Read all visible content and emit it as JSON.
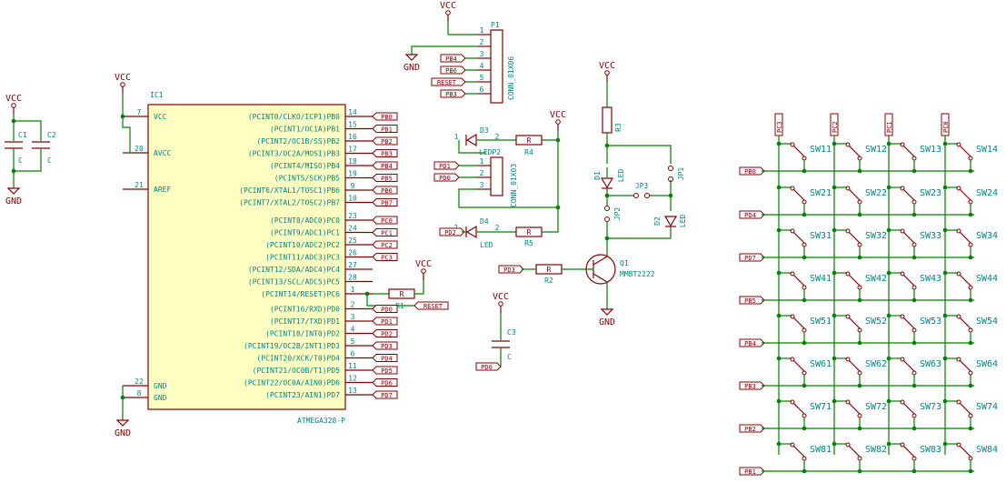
{
  "power": {
    "vcc": "VCC",
    "gnd": "GND"
  },
  "c1": {
    "ref": "C1",
    "value": "C"
  },
  "c2": {
    "ref": "C2",
    "value": "C"
  },
  "c3": {
    "ref": "C3",
    "value": "C",
    "net": "PD0"
  },
  "ic1": {
    "ref": "IC1",
    "value": "ATMEGA328-P",
    "left_pins": [
      {
        "num": "7",
        "name": "VCC"
      },
      {
        "num": "20",
        "name": "AVCC"
      },
      {
        "num": "21",
        "name": "AREF"
      },
      {
        "num": "22",
        "name": "GND"
      },
      {
        "num": "8",
        "name": "GND"
      }
    ],
    "right_pins": [
      {
        "num": "14",
        "name": "(PCINT0/CLKO/ICP1)PB0",
        "net": "PB0"
      },
      {
        "num": "15",
        "name": "(PCINT1/OC1A)PB1",
        "net": "PB1"
      },
      {
        "num": "16",
        "name": "(PCINT2/OC1B/SS)PB2",
        "net": "PB2"
      },
      {
        "num": "17",
        "name": "(PCINT3/OC2A/MOSI)PB3",
        "net": "PB3"
      },
      {
        "num": "18",
        "name": "(PCINT4/MISO)PB4",
        "net": "PB4"
      },
      {
        "num": "19",
        "name": "(PCINT5/SCK)PB5",
        "net": "PB5"
      },
      {
        "num": "9",
        "name": "(PCINT6/XTAL1/TOSC1)PB6",
        "net": "PB6"
      },
      {
        "num": "10",
        "name": "(PCINT7/XTAL2/TOSC2)PB7",
        "net": "PB7"
      },
      {
        "num": "23",
        "name": "(PCINT8/ADC0)PC0",
        "net": "PC0"
      },
      {
        "num": "24",
        "name": "(PCINT9/ADC1)PC1",
        "net": "PC1"
      },
      {
        "num": "25",
        "name": "(PCINT10/ADC2)PC2",
        "net": "PC2"
      },
      {
        "num": "26",
        "name": "(PCINT11/ADC3)PC3",
        "net": "PC3"
      },
      {
        "num": "27",
        "name": "(PCINT12/SDA/ADC4)PC4",
        "net": ""
      },
      {
        "num": "28",
        "name": "(PCINT13/SCL/ADC5)PC5",
        "net": ""
      },
      {
        "num": "1",
        "name": "(PCINT14/RESET)PC6",
        "net": ""
      },
      {
        "num": "2",
        "name": "(PCINT16/RXD)PD0",
        "net": "PD0"
      },
      {
        "num": "3",
        "name": "(PCINT17/TXD)PD1",
        "net": "PD1"
      },
      {
        "num": "4",
        "name": "(PCINT18/INT0)PD2",
        "net": "PD2"
      },
      {
        "num": "5",
        "name": "(PCINT19/OC2B/INT1)PD3",
        "net": "PD3"
      },
      {
        "num": "6",
        "name": "(PCINT20/XCK/T0)PD4",
        "net": "PD4"
      },
      {
        "num": "11",
        "name": "(PCINT21/OC0B/T1)PD5",
        "net": "PD5"
      },
      {
        "num": "12",
        "name": "(PCINT22/OC0A/AIN0)PD6",
        "net": "PD6"
      },
      {
        "num": "13",
        "name": "(PCINT23/AIN1)PD7",
        "net": "PD7"
      }
    ]
  },
  "r1": {
    "ref": "R1",
    "value": "R",
    "net": "RESET"
  },
  "p1": {
    "ref": "P1",
    "value": "CONN_01X06",
    "pins": [
      "1",
      "2",
      "3",
      "4",
      "5",
      "6"
    ],
    "nets": [
      "",
      "",
      "PB4",
      "PB6",
      "RESET",
      "PB3"
    ]
  },
  "p2": {
    "ref": "P2",
    "value": "CONN_01X03",
    "pins": [
      "1",
      "2",
      "3"
    ],
    "nets": [
      "PD1",
      "PD0",
      ""
    ]
  },
  "d3": {
    "ref": "D3",
    "value": "LED",
    "p1": "1",
    "p2": "2"
  },
  "d4": {
    "ref": "D4",
    "value": "LED",
    "p1": "1",
    "p2": "2",
    "net": "PD2"
  },
  "r4": {
    "ref": "R4",
    "value": "R"
  },
  "r5": {
    "ref": "R5",
    "value": "R"
  },
  "r3": {
    "ref": "R3",
    "value": "R"
  },
  "d1": {
    "ref": "D1",
    "value": "LED"
  },
  "d2": {
    "ref": "D2",
    "value": "LED"
  },
  "jp1": {
    "ref": "JP1"
  },
  "jp2": {
    "ref": "JP2"
  },
  "jp3": {
    "ref": "JP3"
  },
  "q1": {
    "ref": "Q1",
    "value": "MMBT2222",
    "net": "PD3",
    "r2ref": "R2",
    "r2val": "R"
  },
  "matrix": {
    "columns": [
      "PC3",
      "PC2",
      "PC1",
      "PC0"
    ],
    "rows": [
      "PB0",
      "PD4",
      "PD7",
      "PB5",
      "PB4",
      "PB3",
      "PB2",
      "PB1"
    ],
    "switches": [
      [
        "SW11",
        "SW12",
        "SW13",
        "SW14"
      ],
      [
        "SW21",
        "SW22",
        "SW23",
        "SW24"
      ],
      [
        "SW31",
        "SW32",
        "SW33",
        "SW34"
      ],
      [
        "SW41",
        "SW42",
        "SW43",
        "SW44"
      ],
      [
        "SW51",
        "SW52",
        "SW53",
        "SW54"
      ],
      [
        "SW61",
        "SW62",
        "SW63",
        "SW64"
      ],
      [
        "SW71",
        "SW72",
        "SW73",
        "SW74"
      ],
      [
        "SW81",
        "SW82",
        "SW83",
        "SW84"
      ]
    ]
  },
  "colors": {
    "wire": "#008000",
    "body": "#840000",
    "fill": "#ffffc2",
    "text": "#008484"
  }
}
